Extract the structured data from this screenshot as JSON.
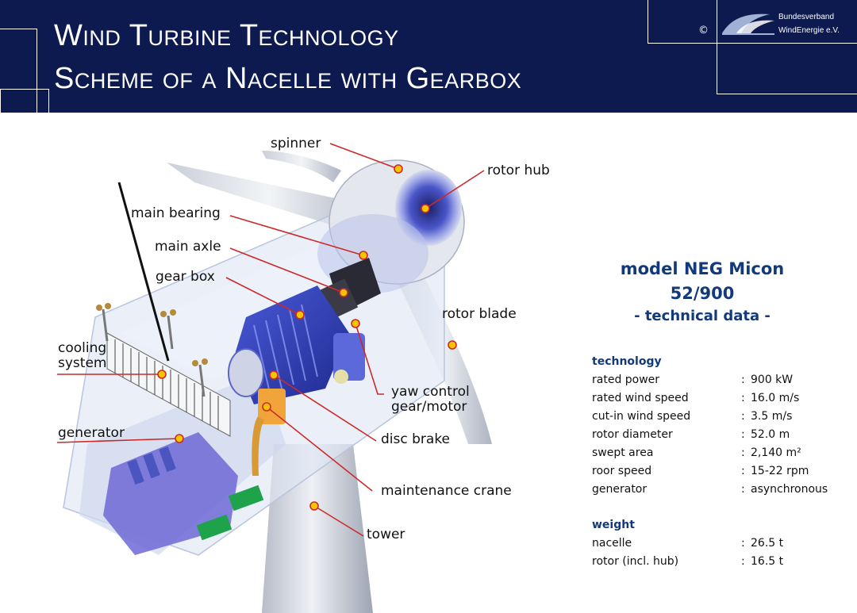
{
  "header": {
    "title_line1": "Wind Turbine Technology",
    "title_line2": "Scheme of a Nacelle with Gearbox",
    "copyright": "©",
    "logo_line1": "Bundesverband",
    "logo_line2": "WindEnergie e.V."
  },
  "labels": {
    "spinner": "spinner",
    "rotor_hub": "rotor hub",
    "main_bearing": "main bearing",
    "main_axle": "main axle",
    "gear_box": "gear box",
    "rotor_blade": "rotor blade",
    "cooling_system_1": "cooling",
    "cooling_system_2": "system",
    "yaw_control_1": "yaw control",
    "yaw_control_2": "gear/motor",
    "generator": "generator",
    "disc_brake": "disc brake",
    "maintenance_crane": "maintenance crane",
    "tower": "tower"
  },
  "specs": {
    "model_line1": "model NEG Micon",
    "model_line2": "52/900",
    "model_line3": "- technical data -",
    "technology_heading": "technology",
    "technology": [
      {
        "label": "rated power",
        "value": "  900 kW"
      },
      {
        "label": "rated wind speed",
        "value": "16.0 m/s"
      },
      {
        "label": "cut-in wind speed",
        "value": "   3.5 m/s"
      },
      {
        "label": "rotor diameter",
        "value": "52.0 m"
      },
      {
        "label": "swept area",
        "value": "2,140 m²"
      },
      {
        "label": "roor speed",
        "value": "15-22 rpm"
      },
      {
        "label": "generator",
        "value": "asynchronous"
      }
    ],
    "weight_heading": "weight",
    "weight": [
      {
        "label": "nacelle",
        "value": "26.5 t"
      },
      {
        "label": "rotor (incl. hub)",
        "value": "16.5 t"
      }
    ]
  },
  "colors": {
    "header_bg": "#0d1a4f",
    "accent_blue": "#123a7a",
    "pointer_line": "#cc2a2a",
    "marker_dot": "#f5c400"
  }
}
